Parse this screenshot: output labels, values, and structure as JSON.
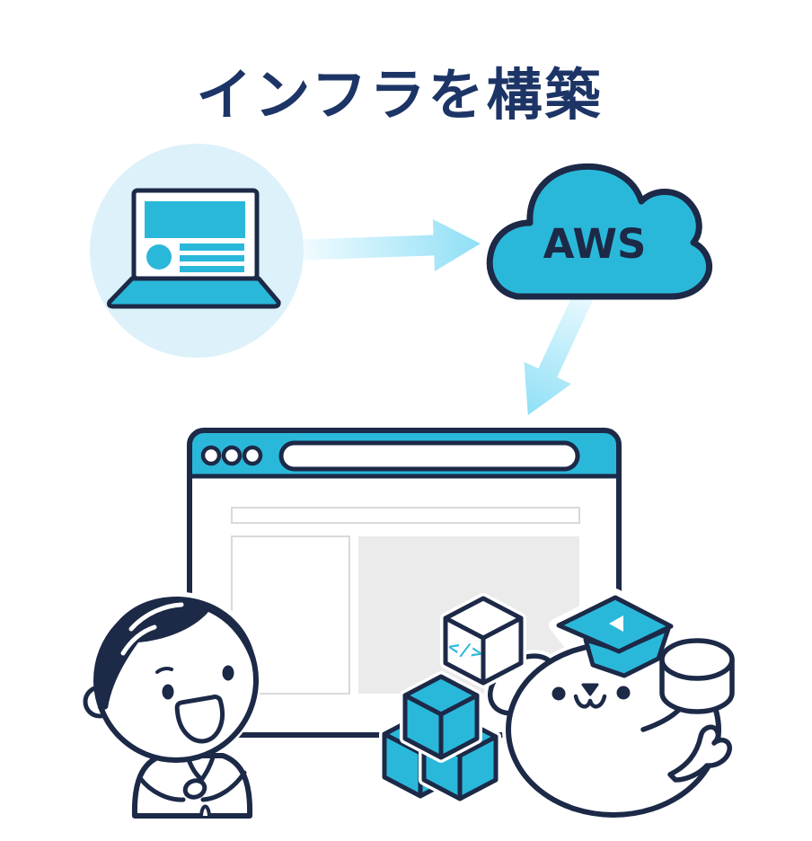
{
  "title": "インフラを構築",
  "cloud": {
    "label": "AWS"
  },
  "code_cube": {
    "label": "</>"
  },
  "colors": {
    "navy": "#1c2947",
    "title_navy": "#1d3566",
    "cyan": "#2ab8da",
    "light_circle": "#dcf1fa",
    "panel_gray": "#ebebeb",
    "panel_border": "#d9d9d9",
    "arrow_start": "#f0fbff",
    "arrow_end": "#8fdff6",
    "white": "#ffffff",
    "background": "#ffffff"
  },
  "icons": {
    "laptop": "laptop-icon",
    "cloud": "cloud-icon",
    "arrow_right": "gradient-arrow-right-icon",
    "arrow_down": "gradient-arrow-down-left-icon",
    "browser": "browser-window-icon",
    "person": "engineer-character",
    "seal": "seal-mascot-character",
    "graduation_cap": "graduation-cap-icon",
    "code_cube": "code-cube-icon",
    "blocks": "building-blocks-icon",
    "database": "database-cylinder-icon"
  }
}
